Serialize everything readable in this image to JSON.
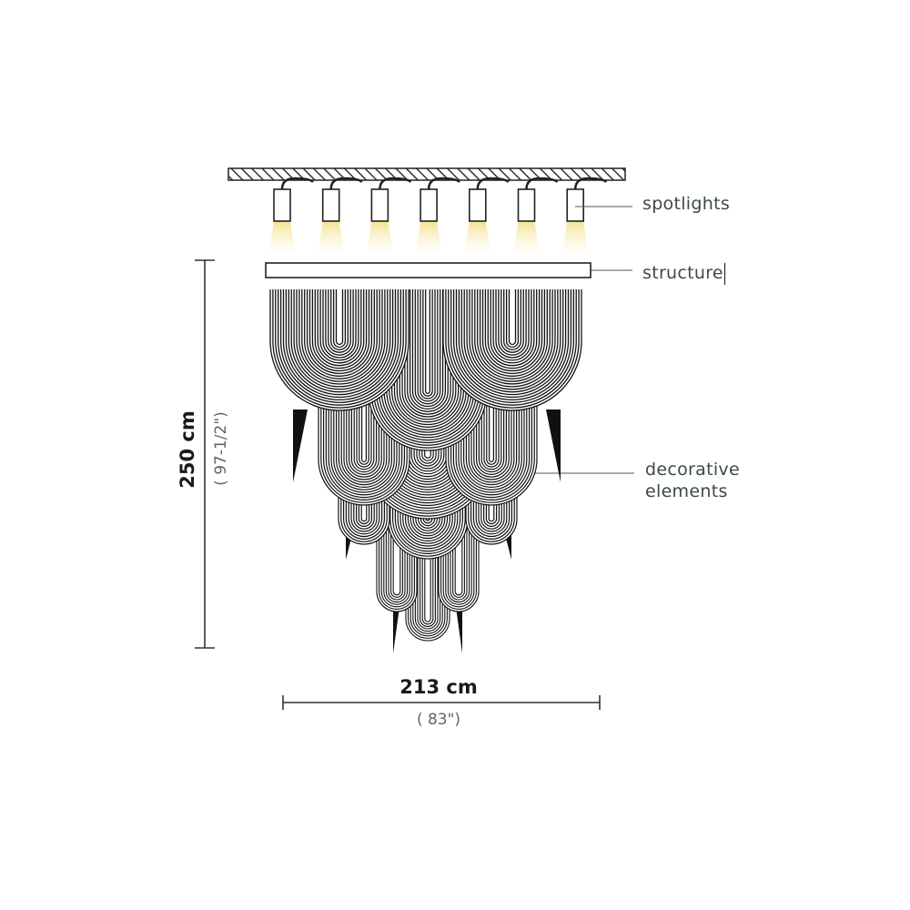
{
  "diagram": {
    "type": "dimensional product drawing",
    "subject": "tiered chandelier",
    "spotlight_count": 7,
    "spotlight_glow_color": "#f6e9a8",
    "line_color": "#111111",
    "label_color": "#3c4a44"
  },
  "labels": {
    "spotlights": "spotlights",
    "structure": "structure",
    "decorative_line1": "decorative",
    "decorative_line2": "elements"
  },
  "dimensions": {
    "height_cm": "250 cm",
    "height_in": "( 97-1/2\")",
    "width_cm": "213 cm",
    "width_in": "( 83\")"
  }
}
